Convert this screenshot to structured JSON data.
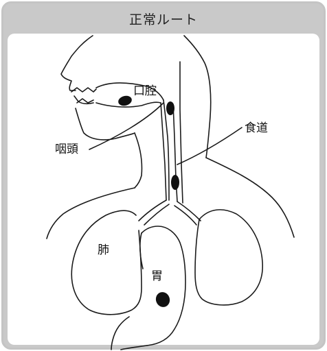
{
  "title": "正常ルート",
  "labels": {
    "mouth": "口腔",
    "esophagus": "食道",
    "pharynx": "咽頭",
    "lung": "肺",
    "stomach": "胃"
  }
}
